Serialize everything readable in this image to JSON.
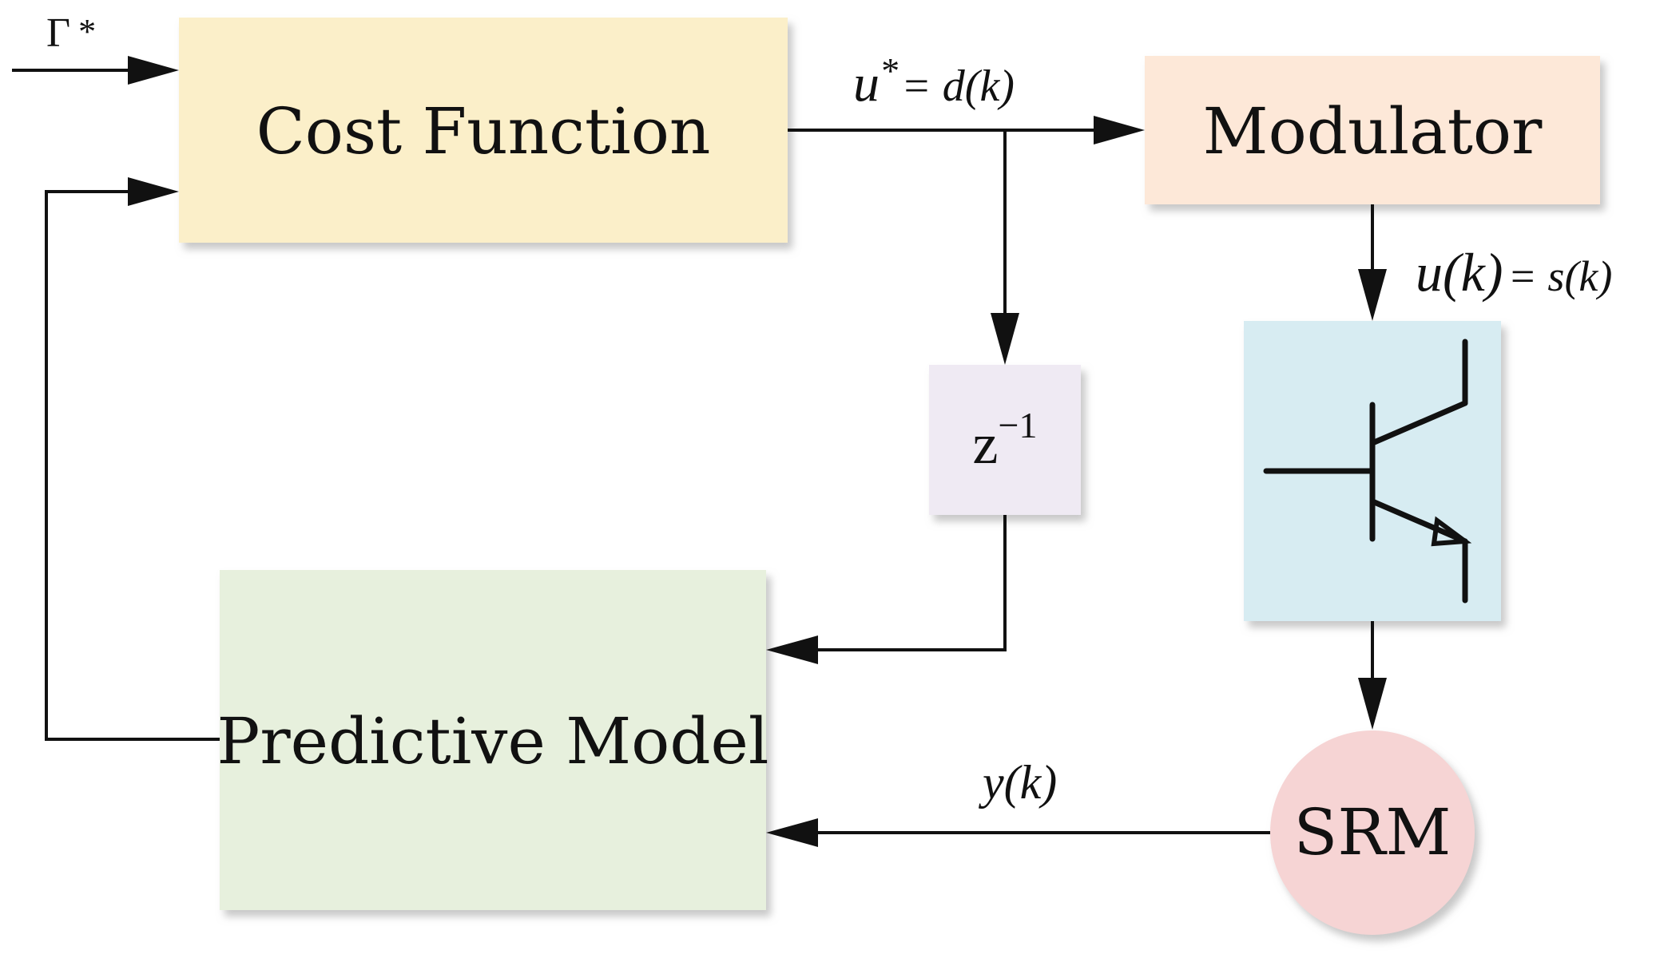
{
  "blocks": {
    "cost_function": {
      "label": "Cost Function",
      "color": "#fbefc9"
    },
    "modulator": {
      "label": "Modulator",
      "color": "#fde8d8"
    },
    "delay": {
      "base": "z",
      "exponent": "−1",
      "color": "#efeaf3"
    },
    "switch": {
      "color": "#d7ecf2"
    },
    "predictive_model": {
      "label": "Predictive Model",
      "color": "#e7f0dd"
    },
    "motor": {
      "label": "SRM",
      "color": "#f6d4d4"
    }
  },
  "signals": {
    "reference": {
      "symbol": "Γ",
      "superscript": "*"
    },
    "optimal_input": {
      "base": "u",
      "superscript": "*",
      "rhs": "= d(k)"
    },
    "switch_state": {
      "lhs": "u(k)",
      "rhs": "= s(k)"
    },
    "output": {
      "text": "y(k)"
    }
  },
  "colors": {
    "line": "#111111",
    "shadow": "#bdbdbd"
  }
}
